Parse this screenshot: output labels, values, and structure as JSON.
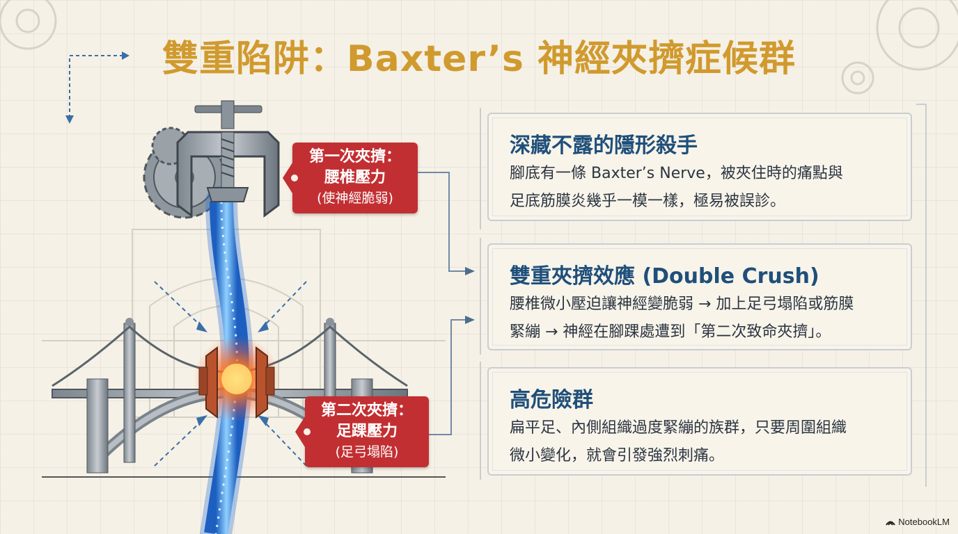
{
  "title": "雙重陷阱：Baxter’s 神經夾擠症候群",
  "tags": [
    {
      "line1": "第一次夾擠：",
      "line2": "腰椎壓力",
      "line3": "(使神經脆弱)"
    },
    {
      "line1": "第二次夾擠：",
      "line2": "足踝壓力",
      "line3": "(足弓塌陷)"
    }
  ],
  "cards": [
    {
      "title": "深藏不露的隱形殺手",
      "lines": [
        "腳底有一條 Baxter’s Nerve，被夾住時的痛點與",
        "足底筋膜炎幾乎一模一樣，極易被誤診。"
      ]
    },
    {
      "title": "雙重夾擠效應 (Double Crush)",
      "lines": [
        "腰椎微小壓迫讓神經變脆弱 → 加上足弓塌陷或筋膜",
        "緊繃 → 神經在腳踝處遭到「第二次致命夾擠」。"
      ]
    },
    {
      "title": "高危險群",
      "lines": [
        "扁平足、內側組織過度緊繃的族群，只要周圍組織",
        "微小變化，就會引發強烈刺痛。"
      ]
    }
  ],
  "brand": "NotebookLM",
  "colors": {
    "title": "#d09a2e",
    "tag": "#c22f32",
    "card_title": "#1f4f7a",
    "nerve": "#3b8fe8",
    "glow": "#ff6a1a"
  },
  "icons": [
    "gear-icon",
    "clamp-icon",
    "bridge-icon",
    "nerve-icon",
    "arrow-icon",
    "notebooklm-icon"
  ]
}
